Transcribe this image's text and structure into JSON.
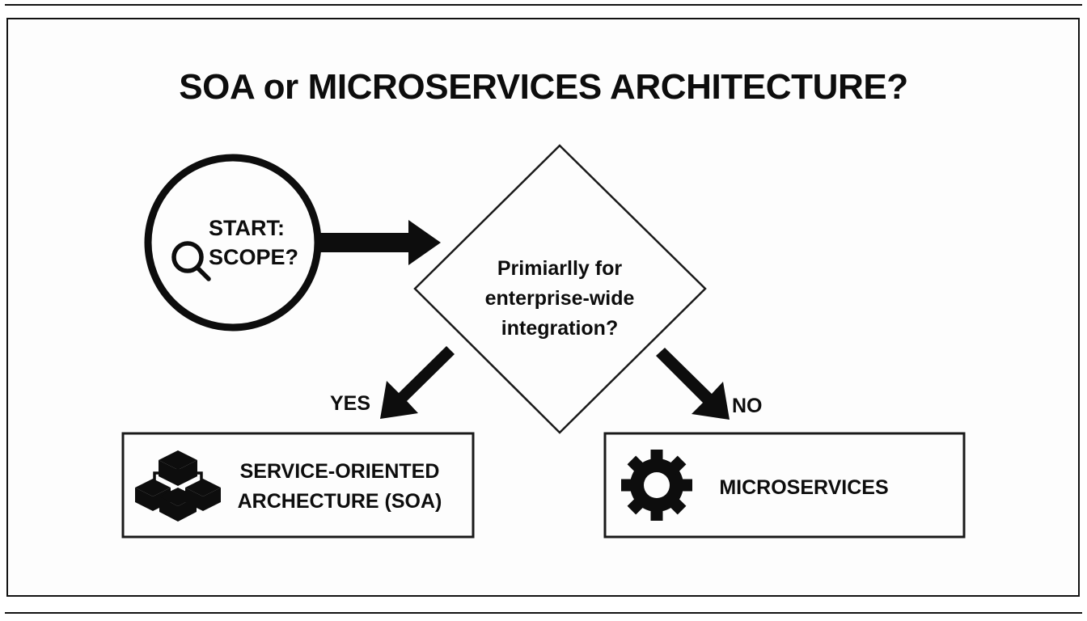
{
  "diagram": {
    "title": "SOA or MICROSERVICES ARCHITECTURE?",
    "type": "flowchart",
    "background_color": "#fdfdfd",
    "line_color": "#0d0d0d",
    "nodes": {
      "start": {
        "shape": "circle",
        "icon": "magnifier-icon",
        "line1": "START:",
        "line2": "SCOPE?"
      },
      "decision": {
        "shape": "diamond",
        "line1": "Primiarlly for",
        "line2": "enterprise-wide",
        "line3": "integration?"
      },
      "outcome_yes": {
        "shape": "rectangle",
        "icon": "cube-hierarchy-icon",
        "line1": "SERVICE-ORIENTED",
        "line2": "ARCHECTURE (SOA)"
      },
      "outcome_no": {
        "shape": "rectangle",
        "icon": "gear-icon",
        "line1": "MICROSERVICES"
      }
    },
    "edges": {
      "start_to_decision": {
        "label": ""
      },
      "decision_to_soa": {
        "label": "YES"
      },
      "decision_to_microservices": {
        "label": "NO"
      }
    }
  }
}
